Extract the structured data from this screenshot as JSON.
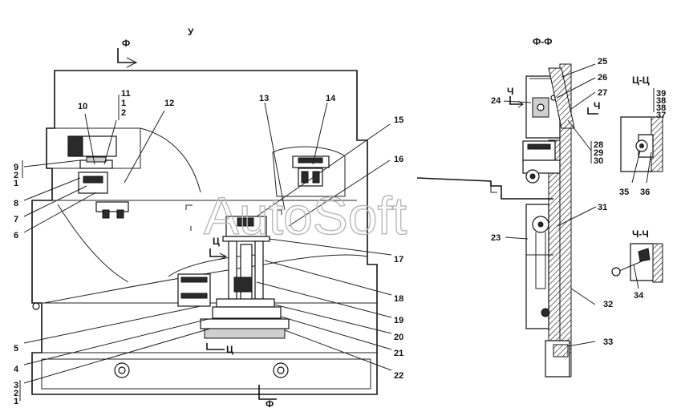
{
  "view_titles": {
    "main": "У",
    "section_f": "Ф-Ф",
    "section_ts": "Ц-Ц",
    "section_ch": "Ч-Ч"
  },
  "section_marks": {
    "f_top": "Ф",
    "f_bottom": "Ф",
    "ts_upper": "Ц",
    "ts_lower": "Ц",
    "ch_left": "Ч",
    "ch_right": "Ч"
  },
  "watermark": "AutoSoft",
  "callouts": [
    {
      "id": "c1a",
      "text": "1"
    },
    {
      "id": "c2a",
      "text": "2"
    },
    {
      "id": "c11",
      "text": "11"
    },
    {
      "id": "c10",
      "text": "10"
    },
    {
      "id": "c12",
      "text": "12"
    },
    {
      "id": "c13",
      "text": "13"
    },
    {
      "id": "c14",
      "text": "14"
    },
    {
      "id": "c15",
      "text": "15"
    },
    {
      "id": "c16",
      "text": "16"
    },
    {
      "id": "c9",
      "text": "9"
    },
    {
      "id": "c2b",
      "text": "2"
    },
    {
      "id": "c1b",
      "text": "1"
    },
    {
      "id": "c8",
      "text": "8"
    },
    {
      "id": "c7",
      "text": "7"
    },
    {
      "id": "c6",
      "text": "6"
    },
    {
      "id": "c17",
      "text": "17"
    },
    {
      "id": "c18",
      "text": "18"
    },
    {
      "id": "c19",
      "text": "19"
    },
    {
      "id": "c20",
      "text": "20"
    },
    {
      "id": "c21",
      "text": "21"
    },
    {
      "id": "c22",
      "text": "22"
    },
    {
      "id": "c5",
      "text": "5"
    },
    {
      "id": "c4",
      "text": "4"
    },
    {
      "id": "c3",
      "text": "3"
    },
    {
      "id": "c2c",
      "text": "2"
    },
    {
      "id": "c1c",
      "text": "1"
    },
    {
      "id": "c25",
      "text": "25"
    },
    {
      "id": "c26",
      "text": "26"
    },
    {
      "id": "c27",
      "text": "27"
    },
    {
      "id": "c24",
      "text": "24"
    },
    {
      "id": "c28",
      "text": "28"
    },
    {
      "id": "c29",
      "text": "29"
    },
    {
      "id": "c30",
      "text": "30"
    },
    {
      "id": "c23",
      "text": "23"
    },
    {
      "id": "c31",
      "text": "31"
    },
    {
      "id": "c32",
      "text": "32"
    },
    {
      "id": "c33",
      "text": "33"
    },
    {
      "id": "c39",
      "text": "39"
    },
    {
      "id": "c38",
      "text": "38"
    },
    {
      "id": "c38b",
      "text": "38"
    },
    {
      "id": "c37",
      "text": "37"
    },
    {
      "id": "c35",
      "text": "35"
    },
    {
      "id": "c36",
      "text": "36"
    },
    {
      "id": "c34",
      "text": "34"
    }
  ]
}
